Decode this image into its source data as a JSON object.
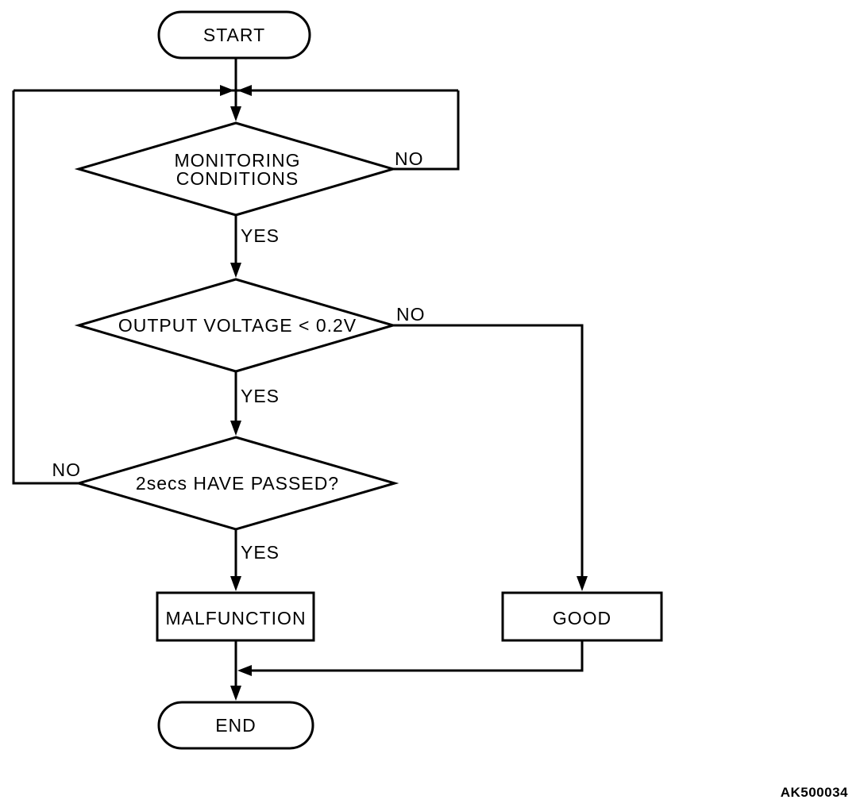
{
  "diagram": {
    "type": "flowchart",
    "figure_code": "AK500034",
    "colors": {
      "line": "#000000",
      "background": "#ffffff",
      "text": "#000000"
    },
    "nodes": {
      "start": {
        "type": "terminator",
        "label": "START"
      },
      "monitoring": {
        "type": "decision",
        "label": "MONITORING CONDITIONS",
        "line1": "MONITORING",
        "line2": "CONDITIONS"
      },
      "voltage": {
        "type": "decision",
        "label": "OUTPUT VOLTAGE < 0.2V"
      },
      "timer": {
        "type": "decision",
        "label": "2secs HAVE PASSED?"
      },
      "malfunction": {
        "type": "process",
        "label": "MALFUNCTION"
      },
      "good": {
        "type": "process",
        "label": "GOOD"
      },
      "end": {
        "type": "terminator",
        "label": "END"
      }
    },
    "edges": {
      "monitoring_no": "NO",
      "monitoring_yes": "YES",
      "voltage_no": "NO",
      "voltage_yes": "YES",
      "timer_no": "NO",
      "timer_yes": "YES"
    }
  }
}
